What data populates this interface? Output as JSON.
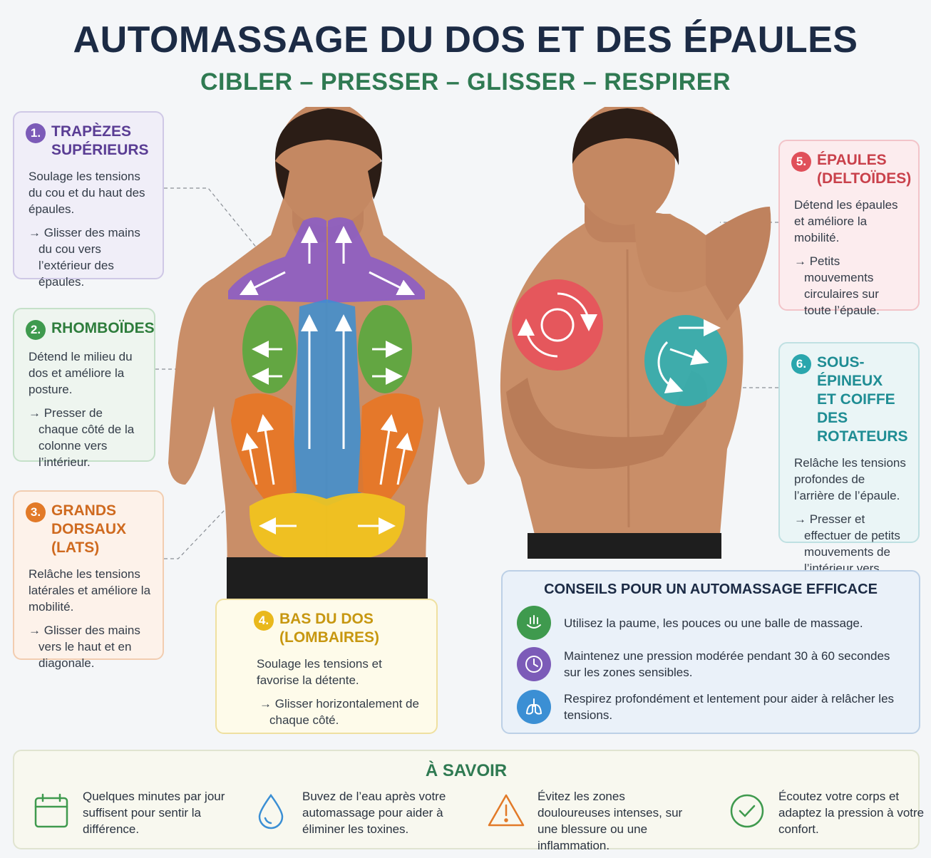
{
  "header": {
    "title": "AUTOMASSAGE DU DOS ET DES ÉPAULES",
    "subtitle": "CIBLER – PRESSER – GLISSER – RESPIRER"
  },
  "zones": [
    {
      "num": "1.",
      "title_l1": "TRAPÈZES",
      "title_l2": "SUPÉRIEURS",
      "desc": "Soulage les tensions du cou et du haut des épaules.",
      "step": "→ Glisser des mains du cou vers l’extérieur des épaules.",
      "color": "#7c5bb8"
    },
    {
      "num": "2.",
      "title_l1": "RHOMBOÏDES",
      "title_l2": "",
      "desc": "Détend le milieu du dos et améliore la posture.",
      "step": "→ Presser de chaque côté de la colonne vers l’intérieur.",
      "color": "#3f9a4e"
    },
    {
      "num": "3.",
      "title_l1": "GRANDS DORSAUX",
      "title_l2": "(LATS)",
      "desc": "Relâche les tensions latérales et améliore la mobilité.",
      "step": "→ Glisser des mains vers le haut et en diagonale.",
      "color": "#e27a28"
    },
    {
      "num": "4.",
      "title_l1": "BAS DU DOS",
      "title_l2": "(LOMBAIRES)",
      "desc": "Soulage les tensions et favorise la détente.",
      "step": "→ Glisser horizontalement de chaque côté.",
      "color": "#e9b81c"
    },
    {
      "num": "5.",
      "title_l1": "ÉPAULES",
      "title_l2": "(DELTOÏDES)",
      "desc": "Détend les épaules et améliore la mobilité.",
      "step": "→ Petits mouvements circulaires sur toute l’épaule.",
      "color": "#e0505a"
    },
    {
      "num": "6.",
      "title_l1": "SOUS-ÉPINEUX",
      "title_l2": "ET COIFFE DES ROTATEURS",
      "desc": "Relâche les tensions profondes de l’arrière de l’épaule.",
      "step": "→ Presser et effectuer de petits mouvements de l’intérieur vers l’extérieur.",
      "color": "#2aa6ad"
    }
  ],
  "tips": {
    "title": "CONSEILS POUR UN AUTOMASSAGE EFFICACE",
    "items": [
      {
        "icon": "palm-icon",
        "text": "Utilisez la paume, les pouces ou une balle de massage.",
        "color": "#3f9a4e"
      },
      {
        "icon": "clock-icon",
        "text": "Maintenez une pression modérée pendant 30 à 60 secondes sur les zones sensibles.",
        "color": "#7c5bb8"
      },
      {
        "icon": "lungs-icon",
        "text": "Respirez profondément et lentement pour aider à relâcher les tensions.",
        "color": "#3b8fd4"
      }
    ]
  },
  "savoir": {
    "title": "À SAVOIR",
    "items": [
      {
        "icon": "calendar-icon",
        "text": "Quelques minutes par jour suffisent pour sentir la différence.",
        "color": "#3f9a4e"
      },
      {
        "icon": "water-drop-icon",
        "text": "Buvez de l’eau après votre automassage pour aider à éliminer les toxines.",
        "color": "#3b8fd4"
      },
      {
        "icon": "warning-icon",
        "text": "Évitez les zones douloureuses intenses, sur une blessure ou une inflammation.",
        "color": "#e27a28"
      },
      {
        "icon": "check-circle-icon",
        "text": "Écoutez votre corps et adaptez la pression à votre confort.",
        "color": "#3f9a4e"
      }
    ]
  },
  "colors": {
    "skin": "#c98e68",
    "skin_shadow": "#a86e4d",
    "hair": "#2b1d16",
    "shorts": "#1e1e1e"
  }
}
